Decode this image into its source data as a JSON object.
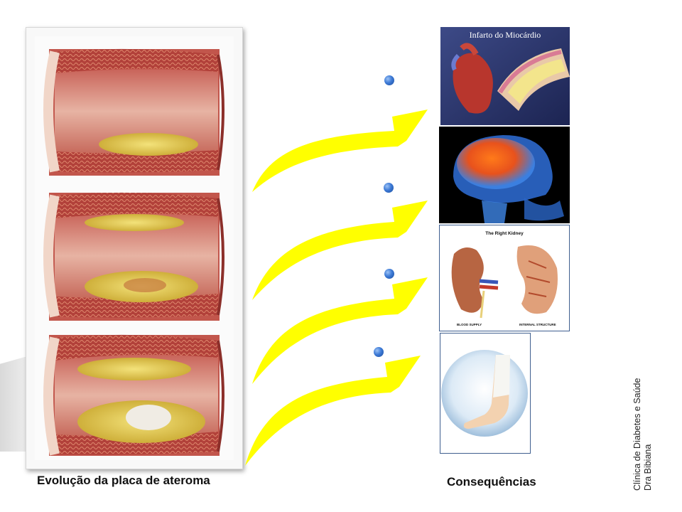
{
  "left_caption": "Evolução  da placa  de ateroma",
  "right_caption": "Consequências",
  "credit": {
    "line1": "Clínica de Diabetes e Saúde",
    "line2": "Dra Bibiana"
  },
  "images": {
    "heart_title": "Infarto do Miocárdio",
    "kidney_title": "The Right Kidney",
    "kidney_caption_left": "BLOOD SUPPLY",
    "kidney_caption_right": "INTERNAL STRUCTURE"
  },
  "colors": {
    "arrow": "#ffff00",
    "dot": "#2f67c4"
  }
}
